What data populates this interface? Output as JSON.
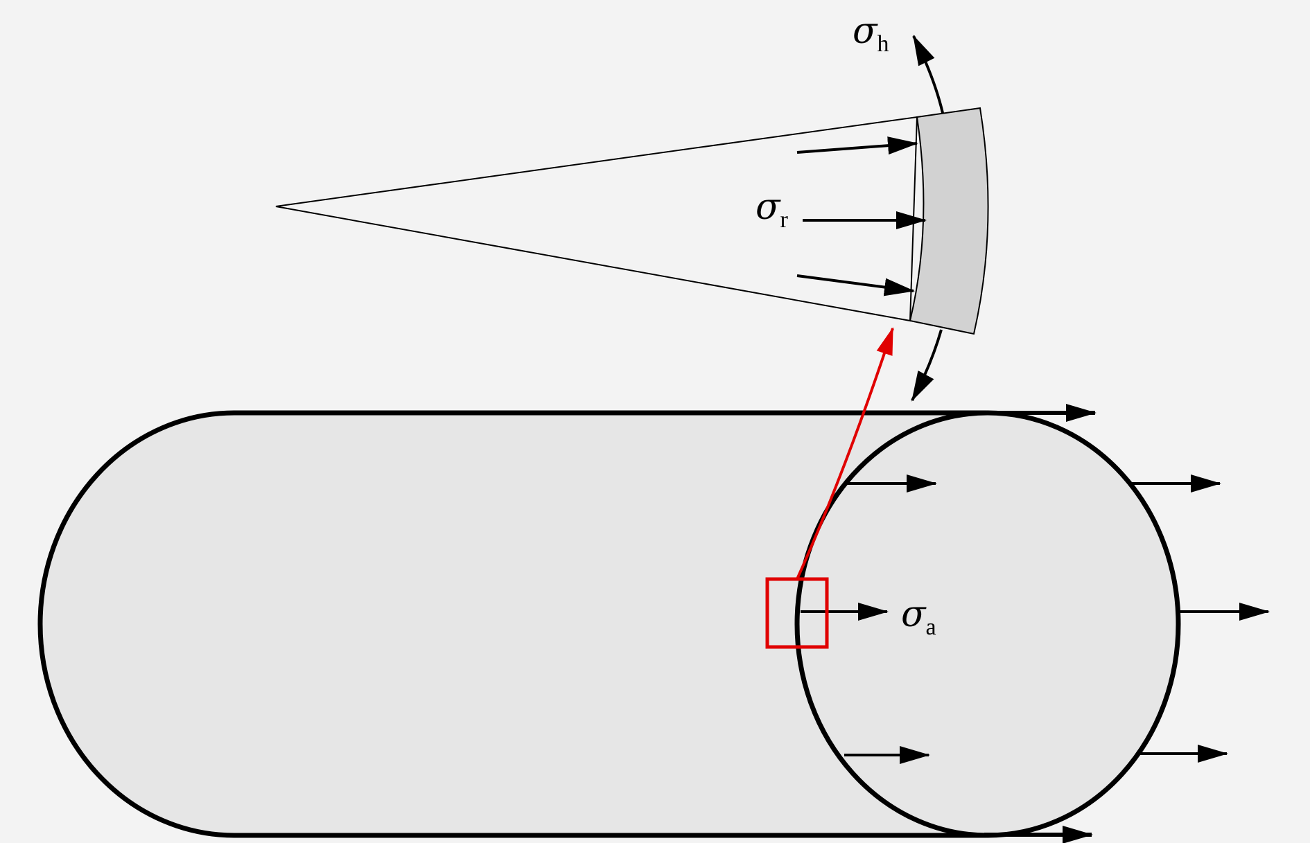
{
  "labels": {
    "hoop": {
      "symbol": "σ",
      "subscript": "h"
    },
    "radial": {
      "symbol": "σ",
      "subscript": "r"
    },
    "axial": {
      "symbol": "σ",
      "subscript": "a"
    }
  },
  "colors": {
    "background": "#f3f3f3",
    "cylinder_fill": "#e6e6e6",
    "wall_segment_fill": "#d2d2d2",
    "outline": "#000000",
    "highlight": "#e00000"
  }
}
